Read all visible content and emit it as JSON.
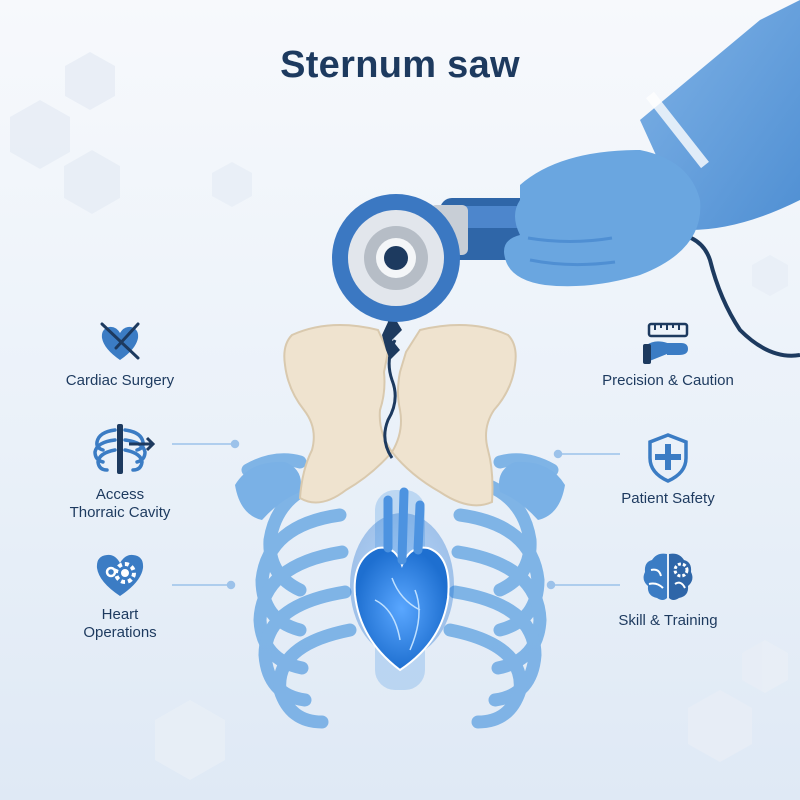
{
  "title": "Sternum saw",
  "features_left": [
    {
      "icon": "heart-scalpel-icon",
      "label": "Cardiac Surgery"
    },
    {
      "icon": "ribcage-arrow-icon",
      "label_lines": [
        "Access",
        "Thorraic Cavity"
      ]
    },
    {
      "icon": "heart-gear-icon",
      "label_lines": [
        "Heart",
        "Operations"
      ]
    }
  ],
  "features_right": [
    {
      "icon": "hand-ruler-icon",
      "label": "Precision & Caution"
    },
    {
      "icon": "shield-cross-icon",
      "label": "Patient Safety"
    },
    {
      "icon": "brain-gear-icon",
      "label": "Skill & Training"
    }
  ],
  "colors": {
    "primary": "#1d3a5f",
    "accent": "#3b7cc4",
    "light_blue": "#8fbde6",
    "bone": "#efe3cf",
    "glove": "#6aa6e0"
  }
}
